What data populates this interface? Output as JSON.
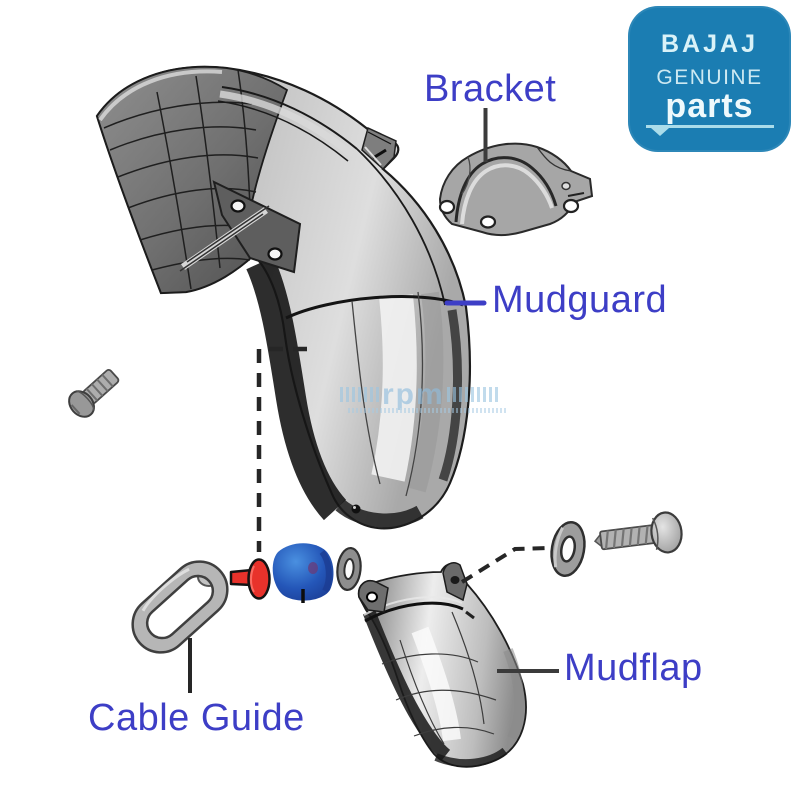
{
  "diagram": {
    "labels": {
      "bracket": "Bracket",
      "mudguard": "Mudguard",
      "mudflap": "Mudflap",
      "cable_guide": "Cable Guide"
    },
    "watermark": "rpm",
    "parts": [
      "mudguard",
      "bracket",
      "mudflap",
      "cable-guide",
      "bolt",
      "screw",
      "washer",
      "small-washer",
      "grommet",
      "push-rivet"
    ]
  },
  "badge": {
    "brand": "BAJAJ",
    "line1": "GENUINE",
    "line2": "parts"
  },
  "colors": {
    "label_blue": "#3d3ec6",
    "badge_blue": "#1b7db2",
    "badge_text": "#d9f2f8",
    "fastener_red": "#e8322b",
    "grommet_blue": "#2b62c4",
    "watermark_blue": "#8fbcdd"
  }
}
